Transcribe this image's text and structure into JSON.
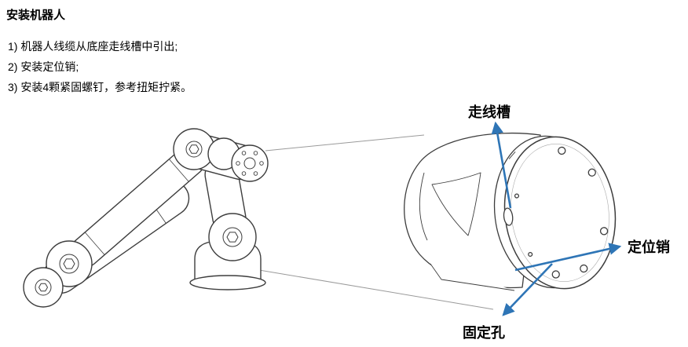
{
  "page": {
    "title": "安装机器人",
    "steps": [
      "1) 机器人线缆从底座走线槽中引出;",
      "2) 安装定位销;",
      "3) 安装4颗紧固螺钉，参考扭矩拧紧。"
    ]
  },
  "figure": {
    "labels": {
      "cable_slot": "走线槽",
      "positioning_pin": "定位销",
      "fixing_hole": "固定孔"
    },
    "colors": {
      "arrow": "#2e75b6",
      "line_art": "#3d3d3d"
    }
  }
}
